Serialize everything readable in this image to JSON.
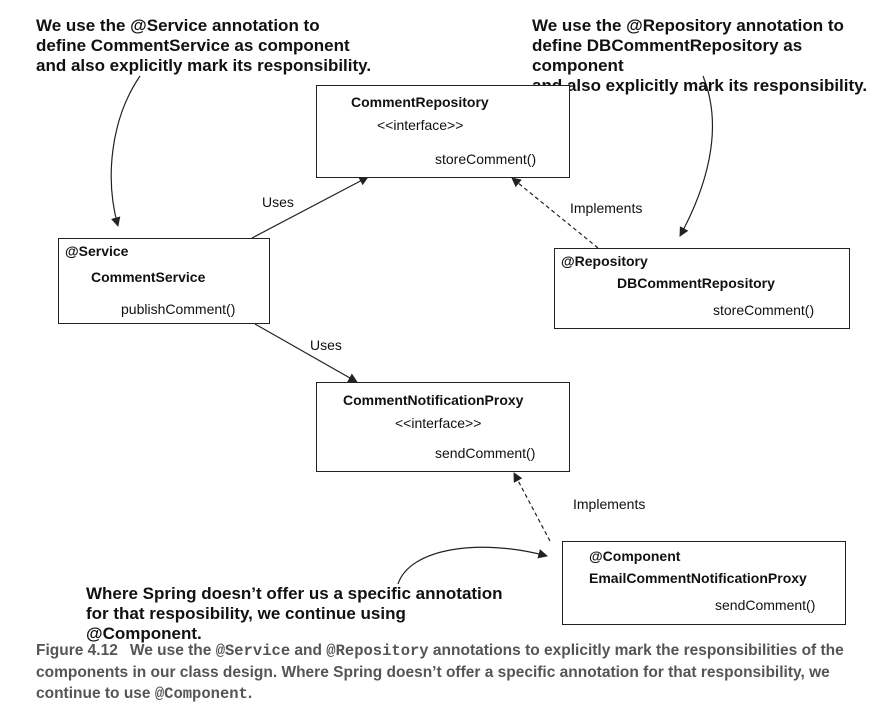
{
  "notes": {
    "service": "We use the @Service annotation to\ndefine CommentService as component\nand also explicitly mark its responsibility.",
    "repository": "We use the @Repository annotation to\ndefine DBCommentRepository as component\nand also explicitly mark its responsibility.",
    "component": "Where Spring doesn’t offer us a specific annotation\nfor that resposibility, we continue using @Component."
  },
  "boxes": {
    "comment_repository": {
      "name": "CommentRepository",
      "stereotype": "<<interface>>",
      "method": "storeComment()"
    },
    "comment_service": {
      "annotation": "@Service",
      "name": "CommentService",
      "method": "publishComment()"
    },
    "db_comment_repository": {
      "annotation": "@Repository",
      "name": "DBCommentRepository",
      "method": "storeComment()"
    },
    "comment_notification_proxy": {
      "name": "CommentNotificationProxy",
      "stereotype": "<<interface>>",
      "method": "sendComment()"
    },
    "email_comment_notification_proxy": {
      "annotation": "@Component",
      "name": "EmailCommentNotificationProxy",
      "method": "sendComment()"
    }
  },
  "relations": {
    "uses_1": "Uses",
    "uses_2": "Uses",
    "implements_1": "Implements",
    "implements_2": "Implements"
  },
  "caption": {
    "figure": "Figure 4.12",
    "part1": "We use the ",
    "code1": "@Service",
    "part2": " and ",
    "code2": "@Repository",
    "part3": " annotations to explicitly mark the responsibilities of the components in our class design. Where Spring doesn’t offer a specific annotation for that responsibility, we continue to use ",
    "code3": "@Component",
    "part4": "."
  },
  "colors": {
    "text": "#111111",
    "caption": "#555555",
    "line": "#222222"
  }
}
